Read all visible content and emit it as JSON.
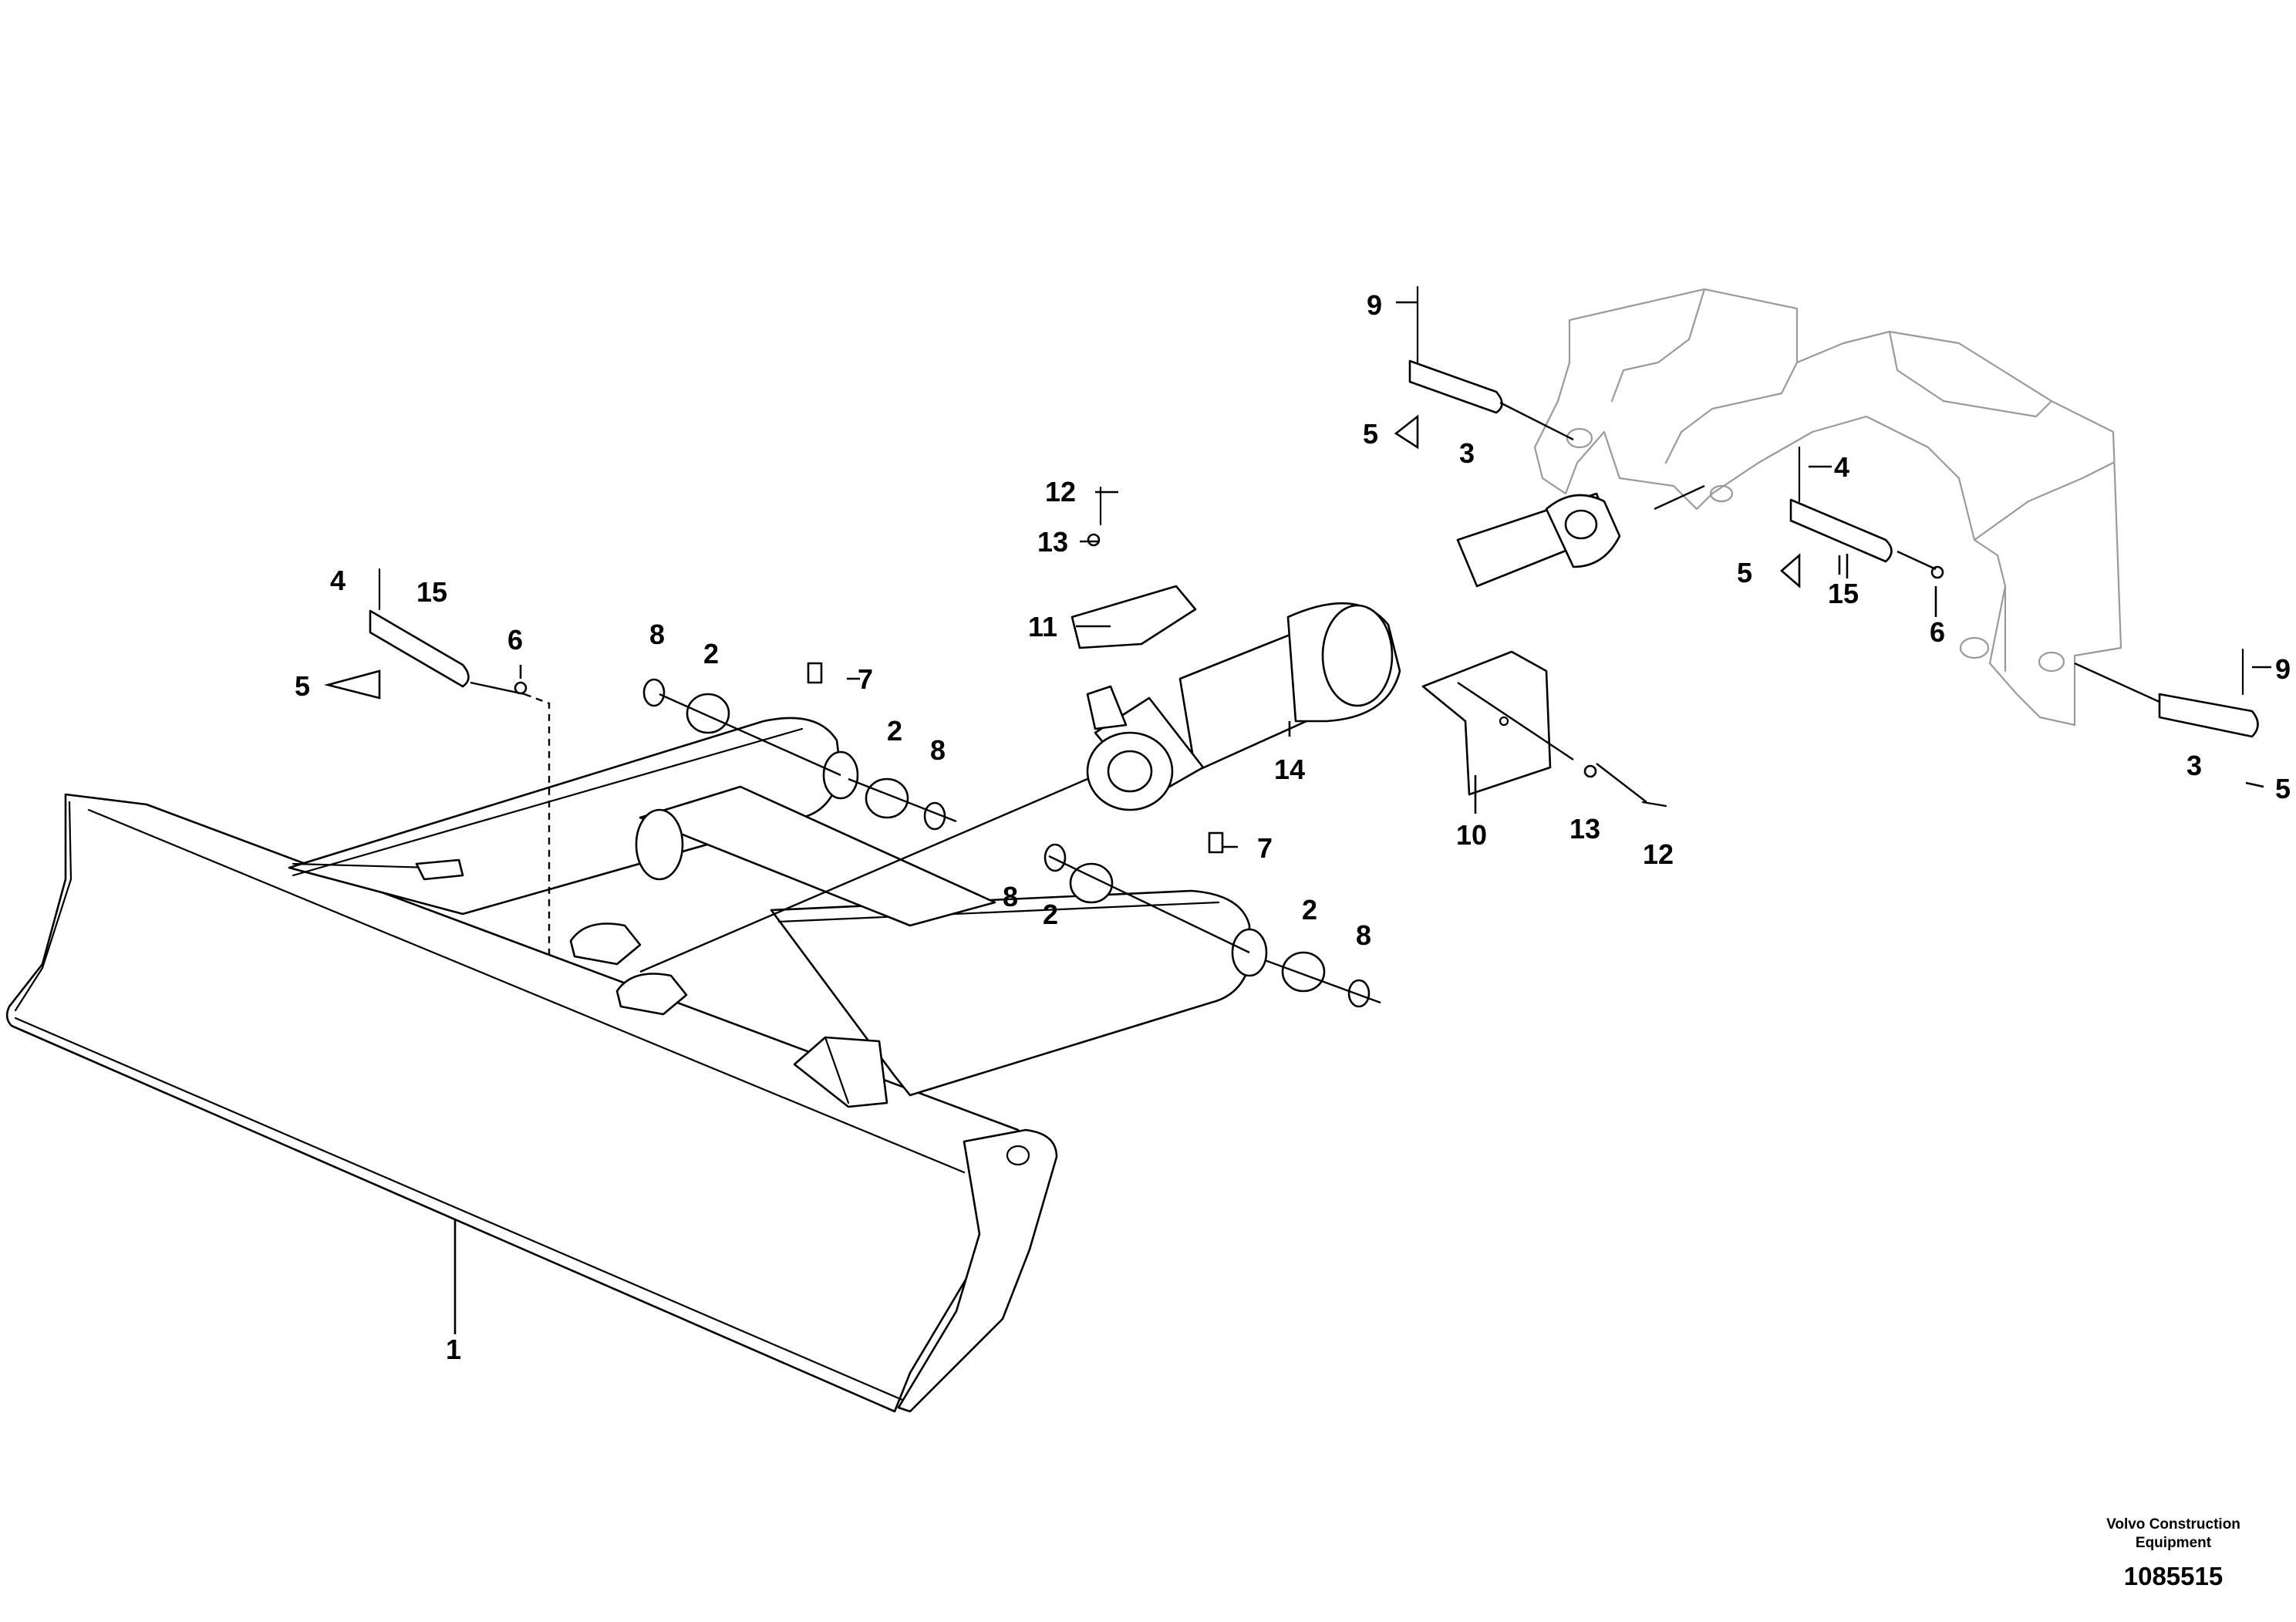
{
  "callouts": {
    "c1": "1",
    "c2a": "2",
    "c2b": "2",
    "c2c": "2",
    "c2d": "2",
    "c3a": "3",
    "c3b": "3",
    "c4a": "4",
    "c4b": "4",
    "c5a": "5",
    "c5b": "5",
    "c5c": "5",
    "c6a": "6",
    "c6b": "6",
    "c7a": "7",
    "c7b": "7",
    "c8a": "8",
    "c8b": "8",
    "c8c": "8",
    "c8d": "8",
    "c9a": "9",
    "c9b": "9",
    "c10": "10",
    "c11": "11",
    "c12a": "12",
    "c12b": "12",
    "c13a": "13",
    "c13b": "13",
    "c14": "14",
    "c15a": "15",
    "c15b": "15"
  },
  "footer": {
    "company_line1": "Volvo Construction",
    "company_line2": "Equipment",
    "document_number": "1085515"
  }
}
